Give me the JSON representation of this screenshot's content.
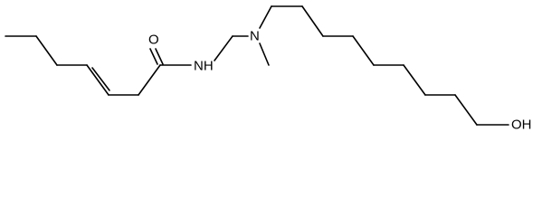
{
  "molecule": {
    "atom_labels": {
      "oxygen": "O",
      "nh": "NH",
      "n": "N",
      "oh": "OH"
    },
    "colors": {
      "bond": "#000000",
      "background": "#ffffff"
    }
  }
}
